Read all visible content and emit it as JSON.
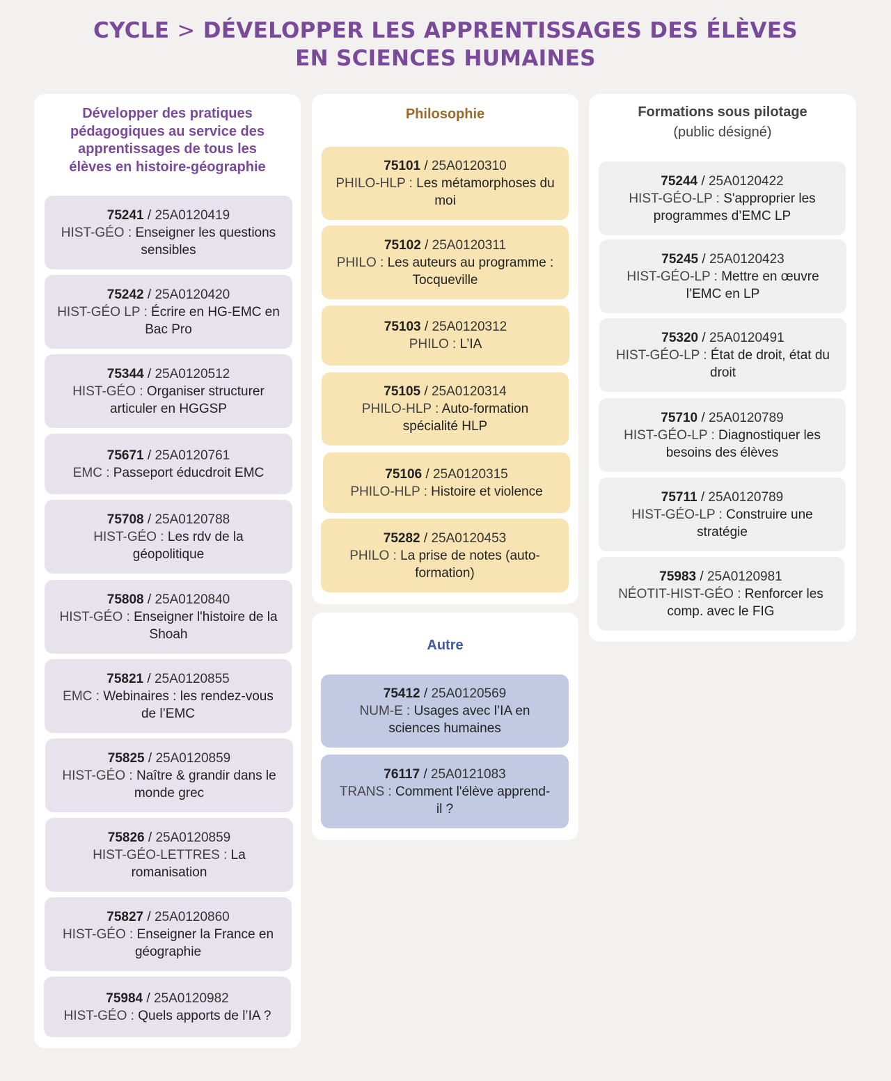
{
  "title": {
    "line1_a": "CYCLE",
    "sep": ">",
    "line1_b": "DÉVELOPPER LES APPRENTISSAGES DES ÉLÈVES",
    "line2": "EN SCIENCES HUMAINES"
  },
  "colors": {
    "title": "#7a4a9a",
    "purple_card": "#e7e2ec",
    "yellow_card": "#f8e4b2",
    "blue_card": "#c2c9e2",
    "grey_card": "#efefef",
    "philo_heading": "#9a6a2c",
    "autre_heading": "#3f5aa0",
    "formations_heading": "#444444"
  },
  "col1": {
    "heading": [
      "Développer des pratiques",
      "pédagogiques au service des",
      "apprentissages de tous les",
      "élèves en histoire-géographie"
    ],
    "cards": [
      {
        "id": "75241",
        "code": "25A0120419",
        "prefix": "HIST-GÉO :",
        "text1": "Enseigner les questions",
        "text2": "sensibles"
      },
      {
        "id": "75242",
        "code": "25A0120420",
        "prefix": "HIST-GÉO LP :",
        "text1": "Écrire en HG-EMC en",
        "text2": "Bac Pro"
      },
      {
        "id": "75344",
        "code": "25A0120512",
        "prefix": "HIST-GÉO :",
        "text1": "Organiser structurer",
        "text2": "articuler en HGGSP"
      },
      {
        "id": "75671",
        "code": "25A0120761",
        "prefix": "EMC :",
        "text1": "Passeport éducdroit EMC",
        "text2": ""
      },
      {
        "id": "75708",
        "code": "25A0120788",
        "prefix": "HIST-GÉO :",
        "text1": "Les rdv de la",
        "text2": "géopolitique"
      },
      {
        "id": "75808",
        "code": "25A0120840",
        "prefix": "HIST-GÉO :",
        "text1": "Enseigner l'histoire de la",
        "text2": "Shoah"
      },
      {
        "id": "75821",
        "code": "25A0120855",
        "prefix": "EMC :",
        "text1": "Webinaires : les rendez-vous",
        "text2": "de l’EMC"
      },
      {
        "id": "75825",
        "code": "25A0120859",
        "prefix": "HIST-GÉO :",
        "text1": "Naître & grandir dans le",
        "text2": "monde grec"
      },
      {
        "id": "75826",
        "code": "25A0120859",
        "prefix": "HIST-GÉO-LETTRES :",
        "text1": "La",
        "text2": "romanisation"
      },
      {
        "id": "75827",
        "code": "25A0120860",
        "prefix": "HIST-GÉO :",
        "text1": "Enseigner la France en",
        "text2": "géographie"
      },
      {
        "id": "75984",
        "code": "25A0120982",
        "prefix": "HIST-GÉO :",
        "text1": "Quels apports de l’IA ?",
        "text2": ""
      }
    ]
  },
  "col2": {
    "heading": "Philosophie",
    "cards": [
      {
        "id": "75101",
        "code": "25A0120310",
        "prefix": "PHILO-HLP :",
        "text1": "Les métamorphoses du",
        "text2": "moi"
      },
      {
        "id": "75102",
        "code": "25A0120311",
        "prefix": "PHILO :",
        "text1": "Les auteurs au programme :",
        "text2": "Tocqueville"
      },
      {
        "id": "75103",
        "code": "25A0120312",
        "prefix": "PHILO :",
        "text1": "L’IA",
        "text2": ""
      },
      {
        "id": "75105",
        "code": "25A0120314",
        "prefix": "PHILO-HLP :",
        "text1": "Auto-formation",
        "text2": "spécialité HLP"
      },
      {
        "id": "75106",
        "code": "25A0120315",
        "prefix": "PHILO-HLP :",
        "text1": "Histoire et violence",
        "text2": ""
      },
      {
        "id": "75282",
        "code": "25A0120453",
        "prefix": "PHILO :",
        "text1": "La prise de notes (auto-",
        "text2": "formation)"
      }
    ]
  },
  "col2b": {
    "heading": "Autre",
    "cards": [
      {
        "id": "75412",
        "code": "25A0120569",
        "prefix": "NUM-E :",
        "text1": "Usages avec l’IA en",
        "text2": "sciences humaines"
      },
      {
        "id": "76117",
        "code": "25A0121083",
        "prefix": "TRANS :",
        "text1": "Comment l'élève apprend-",
        "text2": "il ?"
      }
    ]
  },
  "col3": {
    "heading1": "Formations sous pilotage",
    "heading2": "(public désigné)",
    "cards": [
      {
        "id": "75244",
        "code": "25A0120422",
        "prefix": "HIST-GÉO-LP :",
        "text1": "S'approprier les",
        "text2": "programmes d’EMC LP"
      },
      {
        "id": "75245",
        "code": "25A0120423",
        "prefix": "HIST-GÉO-LP :",
        "text1": "Mettre en œuvre",
        "text2": "l’EMC en LP"
      },
      {
        "id": "75320",
        "code": "25A0120491",
        "prefix": "HIST-GÉO-LP :",
        "text1": "État de droit, état du",
        "text2": "droit"
      },
      {
        "id": "75710",
        "code": "25A0120789",
        "prefix": "HIST-GÉO-LP :",
        "text1": "Diagnostiquer les",
        "text2": "besoins des élèves"
      },
      {
        "id": "75711",
        "code": "25A0120789",
        "prefix": "HIST-GÉO-LP :",
        "text1": "Construire une",
        "text2": "stratégie"
      },
      {
        "id": "75983",
        "code": "25A0120981",
        "prefix": "NÉOTIT-HIST-GÉO :",
        "text1": "Renforcer les",
        "text2": "comp. avec le FIG"
      }
    ]
  }
}
